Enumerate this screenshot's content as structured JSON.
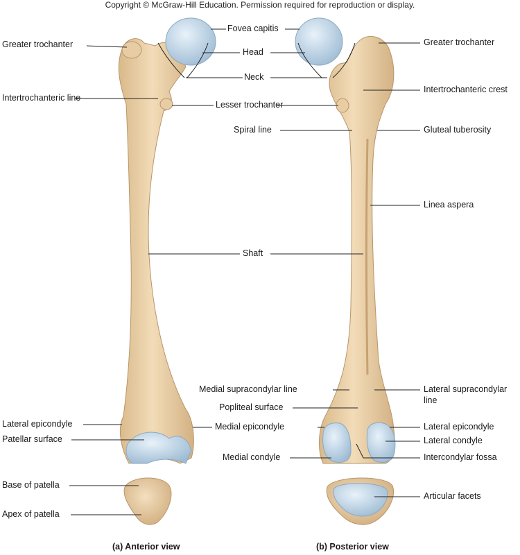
{
  "copyright": "Copyright © McGraw-Hill Education. Permission required for reproduction or display.",
  "captions": {
    "anterior": "(a) Anterior view",
    "posterior": "(b) Posterior view"
  },
  "labels": {
    "greater_trochanter_left": "Greater trochanter",
    "intertrochanteric_line": "Intertrochanteric line",
    "fovea_capitis": "Fovea capitis",
    "head": "Head",
    "neck": "Neck",
    "lesser_trochanter": "Lesser trochanter",
    "spiral_line": "Spiral line",
    "shaft": "Shaft",
    "medial_supracondylar_line": "Medial supracondylar line",
    "popliteal_surface": "Popliteal surface",
    "medial_epicondyle": "Medial epicondyle",
    "medial_condyle": "Medial condyle",
    "lateral_epicondyle_left": "Lateral epicondyle",
    "patellar_surface": "Patellar surface",
    "base_of_patella": "Base of patella",
    "apex_of_patella": "Apex of patella",
    "greater_trochanter_right": "Greater trochanter",
    "intertrochanteric_crest": "Intertrochanteric crest",
    "gluteal_tuberosity": "Gluteal tuberosity",
    "linea_aspera": "Linea aspera",
    "lateral_supracondylar_line_1": "Lateral supracondylar",
    "lateral_supracondylar_line_2": "line",
    "lateral_epicondyle_right": "Lateral epicondyle",
    "lateral_condyle": "Lateral condyle",
    "intercondylar_fossa": "Intercondylar fossa",
    "articular_facets": "Articular facets"
  }
}
